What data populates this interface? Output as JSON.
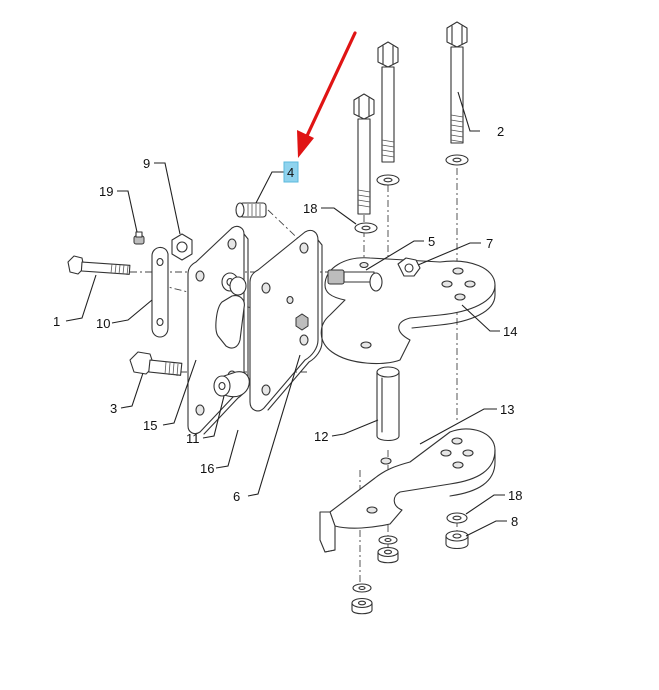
{
  "diagram": {
    "highlight_color": "#8fd3ee",
    "arrow_color": "#e01414",
    "line_color": "#333333",
    "highlighted_callout": "4",
    "callouts": [
      "1",
      "2",
      "3",
      "4",
      "5",
      "6",
      "7",
      "8",
      "9",
      "10",
      "11",
      "12",
      "13",
      "14",
      "15",
      "16",
      "18",
      "19",
      "18"
    ]
  }
}
